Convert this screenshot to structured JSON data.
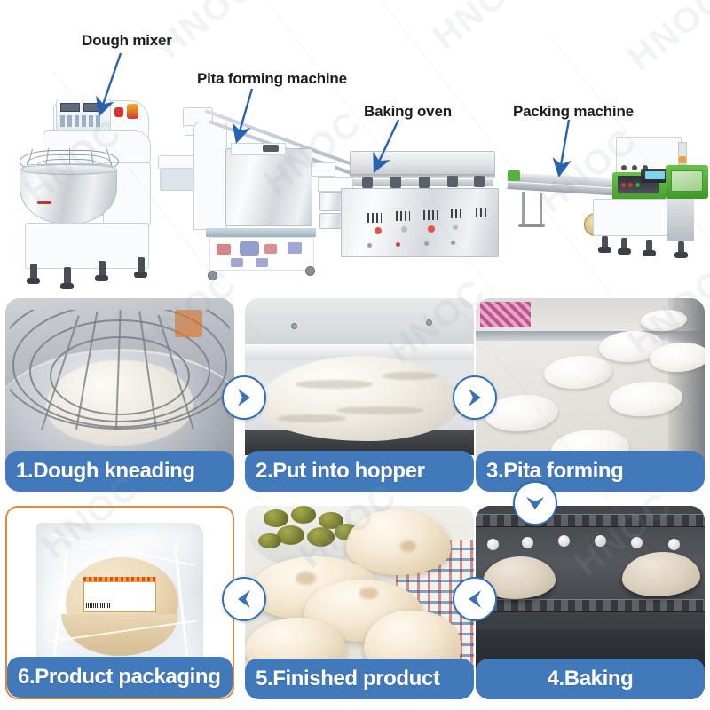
{
  "machine_line": {
    "title_present": false,
    "callouts": [
      {
        "id": "dough-mixer",
        "label": "Dough mixer"
      },
      {
        "id": "pita-forming-machine",
        "label": "Pita forming machine"
      },
      {
        "id": "baking-oven",
        "label": "Baking oven"
      },
      {
        "id": "packing-machine",
        "label": "Packing machine"
      }
    ],
    "arrow_color": "#2a63ad",
    "label_color": "#1c1c1c"
  },
  "process": {
    "accent_blue": "#4279ba",
    "arrow_blue": "#3a72b5",
    "arrow_ring": "#2f6fb4",
    "packaging_border": "#e08a3c",
    "steps": [
      {
        "number": "1",
        "caption": "1.Dough kneading",
        "icon": "dough-kneading-photo"
      },
      {
        "number": "2",
        "caption": "2.Put into hopper",
        "icon": "hopper-photo"
      },
      {
        "number": "3",
        "caption": "3.Pita forming",
        "icon": "pita-forming-photo"
      },
      {
        "number": "4",
        "caption": "4.Baking",
        "icon": "baking-photo"
      },
      {
        "number": "5",
        "caption": "5.Finished product",
        "icon": "finished-product-photo"
      },
      {
        "number": "6",
        "caption": "6.Product packaging",
        "icon": "packaging-photo"
      }
    ],
    "flow_arrows": [
      {
        "id": "arrow-1-to-2",
        "direction": "right"
      },
      {
        "id": "arrow-2-to-3",
        "direction": "right"
      },
      {
        "id": "arrow-3-to-4",
        "direction": "down"
      },
      {
        "id": "arrow-4-to-5",
        "direction": "left"
      },
      {
        "id": "arrow-5-to-6",
        "direction": "left"
      }
    ]
  },
  "watermark": {
    "text": "HNOC"
  }
}
